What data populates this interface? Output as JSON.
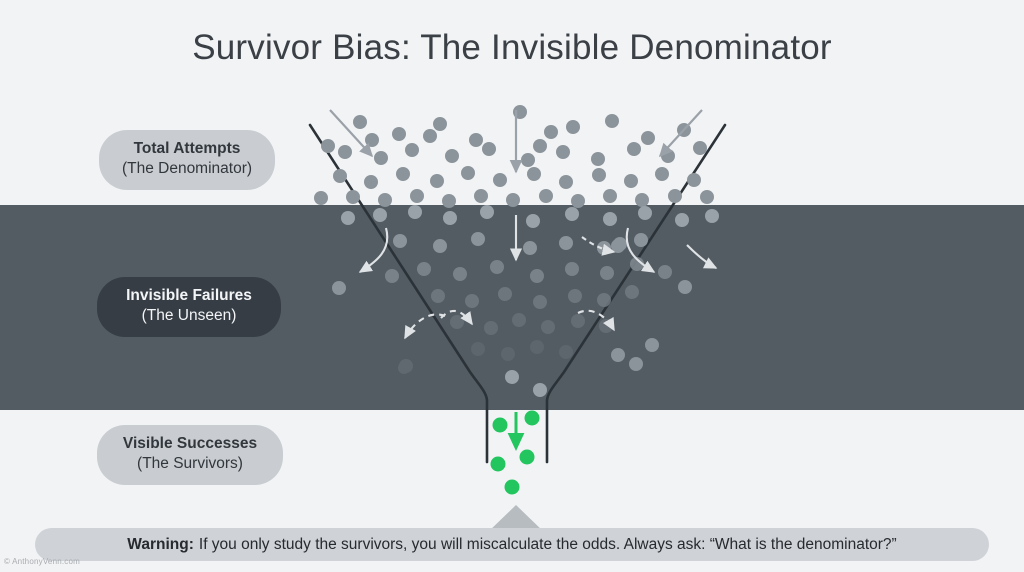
{
  "page": {
    "title": "Survivor Bias: The Invisible Denominator",
    "watermark": "© AnthonyVenn.com"
  },
  "colors": {
    "background": "#f2f3f5",
    "dark_band": "#535c63",
    "funnel_wall": "#2b3238",
    "dot_visible": "#8c949b",
    "dot_faded": "#6b747c",
    "success_green": "#22c55e",
    "pill_light": "#c9cdd1",
    "pill_dark": "#363d44",
    "warning_pill": "#cfd2d6",
    "arrow_gray": "#9aa1a8",
    "arrow_white": "#dfe3e6"
  },
  "labels": {
    "total": {
      "line1": "Total Attempts",
      "line2": "(The Denominator)"
    },
    "invisible": {
      "line1": "Invisible Failures",
      "line2": "(The Unseen)"
    },
    "visible": {
      "line1": "Visible Successes",
      "line2": "(The Survivors)"
    }
  },
  "warning": {
    "prefix": "Warning:",
    "text": "If you only study the survivors, you will miscalculate the odds. Always ask: “What is the denominator?”"
  },
  "chart_data": {
    "type": "diagram",
    "title": "Survivor Bias: The Invisible Denominator",
    "stages": [
      {
        "name": "Total Attempts",
        "sublabel": "(The Denominator)",
        "dot_count": 96,
        "dot_color": "#8c949b",
        "region": "top-light-band"
      },
      {
        "name": "Invisible Failures",
        "sublabel": "(The Unseen)",
        "dot_count": 52,
        "dot_color": "#6b747c",
        "region": "dark-band"
      },
      {
        "name": "Visible Successes",
        "sublabel": "(The Survivors)",
        "dot_count": 5,
        "dot_color": "#22c55e",
        "region": "bottom-light-band"
      }
    ],
    "annotation": "Warning: If you only study the survivors, you will miscalculate the odds. Always ask: “What is the denominator?”"
  }
}
